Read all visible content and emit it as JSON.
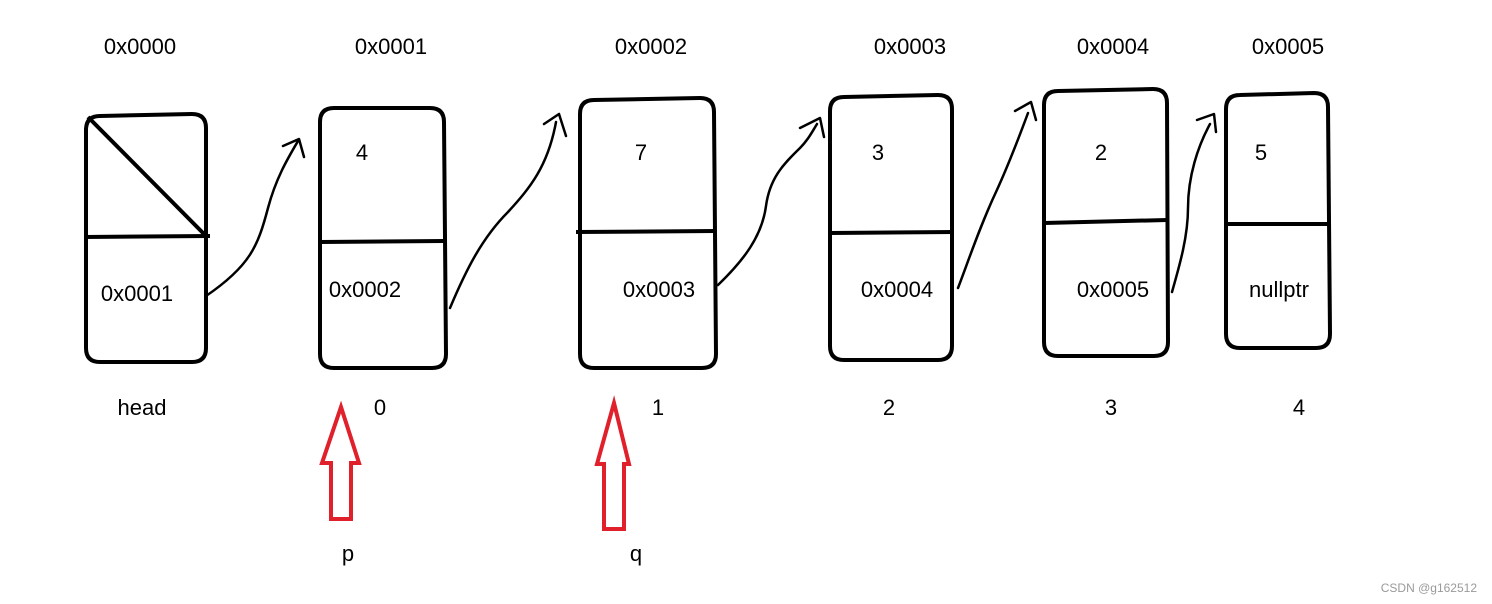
{
  "nodes": [
    {
      "address": "0x0000",
      "data": "",
      "next": "0x0001",
      "index": "head"
    },
    {
      "address": "0x0001",
      "data": "4",
      "next": "0x0002",
      "index": "0"
    },
    {
      "address": "0x0002",
      "data": "7",
      "next": "0x0003",
      "index": "1"
    },
    {
      "address": "0x0003",
      "data": "3",
      "next": "0x0004",
      "index": "2"
    },
    {
      "address": "0x0004",
      "data": "2",
      "next": "0x0005",
      "index": "3"
    },
    {
      "address": "0x0005",
      "data": "5",
      "next": "nullptr",
      "index": "4"
    }
  ],
  "pointers": [
    {
      "label": "p",
      "color": "#e0202b"
    },
    {
      "label": "q",
      "color": "#e0202b"
    }
  ],
  "watermark": "CSDN @g162512"
}
